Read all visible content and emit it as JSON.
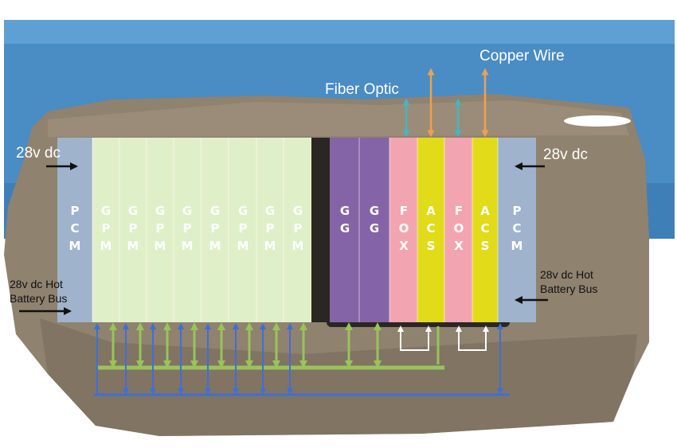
{
  "labels": {
    "top_left_power": "28v dc",
    "top_right_power": "28v dc",
    "hot_bus_left_line1": "28v dc Hot",
    "hot_bus_left_line2": "Battery Bus",
    "hot_bus_right_line1": "28v dc Hot",
    "hot_bus_right_line2": "Battery Bus",
    "fiber_optic": "Fiber Optic",
    "copper_wire": "Copper Wire"
  },
  "modules": [
    {
      "letters": [
        "P",
        "C",
        "M"
      ]
    },
    {
      "letters": [
        "G",
        "P",
        "M"
      ]
    },
    {
      "letters": [
        "G",
        "P",
        "M"
      ]
    },
    {
      "letters": [
        "G",
        "P",
        "M"
      ]
    },
    {
      "letters": [
        "G",
        "P",
        "M"
      ]
    },
    {
      "letters": [
        "G",
        "P",
        "M"
      ]
    },
    {
      "letters": [
        "G",
        "P",
        "M"
      ]
    },
    {
      "letters": [
        "G",
        "P",
        "M"
      ]
    },
    {
      "letters": [
        "G",
        "P",
        "M"
      ]
    },
    {
      "letters": [
        "G",
        "G"
      ]
    },
    {
      "letters": [
        "G",
        "G"
      ]
    },
    {
      "letters": [
        "F",
        "O",
        "X"
      ]
    },
    {
      "letters": [
        "A",
        "C",
        "S"
      ]
    },
    {
      "letters": [
        "F",
        "O",
        "X"
      ]
    },
    {
      "letters": [
        "A",
        "C",
        "S"
      ]
    },
    {
      "letters": [
        "P",
        "C",
        "M"
      ]
    }
  ],
  "colors": {
    "sky": "#4a8cc4",
    "chassis": "#8f826f",
    "pcm": "#9fb3cc",
    "gpm": "#dff0c8",
    "gg": "#8464a6",
    "fox": "#f2a5b0",
    "acs": "#e2db1a",
    "bus_blue": "#3e6fd8",
    "bus_green": "#98c45a",
    "fiber": "#48b4c4",
    "copper": "#f0a050"
  }
}
